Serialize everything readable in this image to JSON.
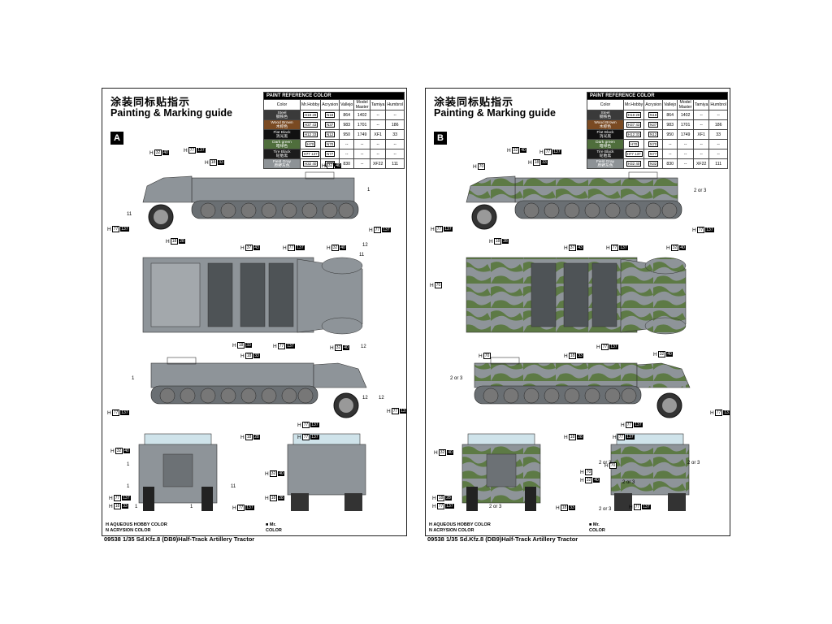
{
  "sheets": [
    {
      "id": "A",
      "title_cn": "涂装同标贴指示",
      "title_en": "Painting & Marking guide",
      "badge": "A",
      "footer": "09538 1/35 Sd.Kfz.8 (DB9)Half-Track Artillery Tractor",
      "legend": {
        "aqueous": "AQUEOUS HOBBY COLOR",
        "acrysion": "ACRYSION COLOR",
        "mr": "Mr. COLOR"
      },
      "callouts": [
        {
          "h": "H",
          "a": "77",
          "b": "137"
        },
        {
          "h": "H",
          "a": "32",
          "b": "40"
        },
        {
          "h": "H",
          "a": "18",
          "b": "33"
        },
        {
          "h": "H",
          "a": "32",
          "b": "40"
        },
        {
          "h": "H",
          "a": "77",
          "b": "137"
        },
        {
          "h": "H",
          "a": "77",
          "b": "137"
        },
        {
          "h": "H",
          "a": "18",
          "b": "28"
        },
        {
          "h": "H",
          "a": "37",
          "b": "43"
        },
        {
          "h": "H",
          "a": "77",
          "b": "137"
        },
        {
          "h": "H",
          "a": "32",
          "b": "40"
        },
        {
          "h": "H",
          "a": "18",
          "b": "33"
        },
        {
          "h": "H",
          "a": "77",
          "b": "137"
        },
        {
          "h": "H",
          "a": "18",
          "b": "33"
        },
        {
          "h": "H",
          "a": "32",
          "b": "40"
        },
        {
          "h": "H",
          "a": "77",
          "b": "137"
        },
        {
          "h": "H",
          "a": "77",
          "b": "137"
        },
        {
          "h": "H",
          "a": "18",
          "b": "28"
        },
        {
          "h": "H",
          "a": "77",
          "b": "137"
        },
        {
          "h": "H",
          "a": "77",
          "b": "137"
        },
        {
          "h": "H",
          "a": "32",
          "b": "40"
        },
        {
          "h": "H",
          "a": "32",
          "b": "40"
        },
        {
          "h": "H",
          "a": "18",
          "b": "28"
        },
        {
          "h": "H",
          "a": "77",
          "b": "137"
        },
        {
          "h": "H",
          "a": "18",
          "b": "33"
        },
        {
          "h": "H",
          "a": "77",
          "b": "137"
        }
      ],
      "numbers": [
        "1",
        "11",
        "12",
        "11",
        "12",
        "1",
        "12",
        "12",
        "11",
        "1",
        "1",
        "1",
        "1"
      ]
    },
    {
      "id": "B",
      "title_cn": "涂装同标贴指示",
      "title_en": "Painting & Marking guide",
      "badge": "B",
      "footer": "09538 1/35 Sd.Kfz.8 (DB9)Half-Track Artillery Tractor",
      "legend": {
        "aqueous": "AQUEOUS HOBBY COLOR",
        "acrysion": "ACRYSION COLOR",
        "mr": "Mr. COLOR"
      },
      "callouts": [
        {
          "h": "H",
          "a": "32",
          "b": "40"
        },
        {
          "h": "H",
          "a": "77",
          "b": "137"
        },
        {
          "h": "H",
          "a": "70",
          "b": ""
        },
        {
          "h": "H",
          "a": "18",
          "b": "33"
        },
        {
          "h": "H",
          "a": "77",
          "b": "137"
        },
        {
          "h": "H",
          "a": "77",
          "b": "137"
        },
        {
          "h": "H",
          "a": "18",
          "b": "28"
        },
        {
          "h": "H",
          "a": "37",
          "b": "43"
        },
        {
          "h": "H",
          "a": "77",
          "b": "137"
        },
        {
          "h": "H",
          "a": "32",
          "b": "40"
        },
        {
          "h": "H",
          "a": "70",
          "b": ""
        },
        {
          "h": "H",
          "a": "70",
          "b": ""
        },
        {
          "h": "H",
          "a": "18",
          "b": "33"
        },
        {
          "h": "H",
          "a": "77",
          "b": "137"
        },
        {
          "h": "H",
          "a": "32",
          "b": "40"
        },
        {
          "h": "H",
          "a": "77",
          "b": "137"
        },
        {
          "h": "H",
          "a": "18",
          "b": "28"
        },
        {
          "h": "H",
          "a": "77",
          "b": "137"
        },
        {
          "h": "H",
          "a": "77",
          "b": "137"
        },
        {
          "h": "H",
          "a": "32",
          "b": "40"
        },
        {
          "h": "H",
          "a": "70",
          "b": ""
        },
        {
          "h": "H",
          "a": "32",
          "b": "40"
        },
        {
          "h": "H",
          "a": "70",
          "b": ""
        },
        {
          "h": "H",
          "a": "18",
          "b": "28"
        },
        {
          "h": "H",
          "a": "77",
          "b": "137"
        },
        {
          "h": "H",
          "a": "18",
          "b": "33"
        },
        {
          "h": "H",
          "a": "77",
          "b": "137"
        }
      ],
      "numbers": [
        "2 or 3",
        "2 or 3",
        "2 or 3",
        "2 or 3",
        "2 or 3",
        "2 or 3",
        "2 or 3"
      ]
    }
  ],
  "paint_table": {
    "header": "PAINT  REFERENCE COLOR",
    "columns": [
      "Color",
      "Mr.Hobby",
      "Acrysion",
      "Vallejo",
      "Model Master",
      "Tamiya",
      "Humbrol"
    ],
    "rows": [
      {
        "name": "Steel",
        "cn": "钢铁色",
        "swatch": "#3a3a3a",
        "mr": "H18 28",
        "acry": "N18",
        "vallejo": "864",
        "mm": "1402",
        "tamiya": "--",
        "humbrol": "--"
      },
      {
        "name": "Wood Brown",
        "cn": "木棕色",
        "swatch": "#7a4a22",
        "mr": "H37 43",
        "acry": "N37",
        "vallejo": "983",
        "mm": "1701",
        "tamiya": "--",
        "humbrol": "186"
      },
      {
        "name": "Flat Black",
        "cn": "消光黑",
        "swatch": "#111111",
        "mr": "H12 33",
        "acry": "N12",
        "vallejo": "950",
        "mm": "1749",
        "tamiya": "XF1",
        "humbrol": "33"
      },
      {
        "name": "Dark green",
        "cn": "暗绿色",
        "swatch": "#4f6e3c",
        "mr": "H70",
        "acry": "N70",
        "vallejo": "--",
        "mm": "--",
        "tamiya": "--",
        "humbrol": "--"
      },
      {
        "name": "Tire Black",
        "cn": "轮胎黑",
        "swatch": "#1c1c1c",
        "mr": "H77 137",
        "acry": "N77",
        "vallejo": "--",
        "mm": "--",
        "tamiya": "--",
        "humbrol": "--"
      },
      {
        "name": "Field Gray",
        "cn": "原野灰色",
        "swatch": "#8d9296",
        "mr": "H32 40",
        "acry": "N32",
        "vallejo": "830",
        "mm": "--",
        "tamiya": "XF22",
        "humbrol": "111"
      }
    ]
  },
  "colors": {
    "gray": "#8e9499",
    "gray_dark": "#5d6266",
    "green": "#5d7a45",
    "tan": "#b7b89a",
    "black": "#111111"
  }
}
